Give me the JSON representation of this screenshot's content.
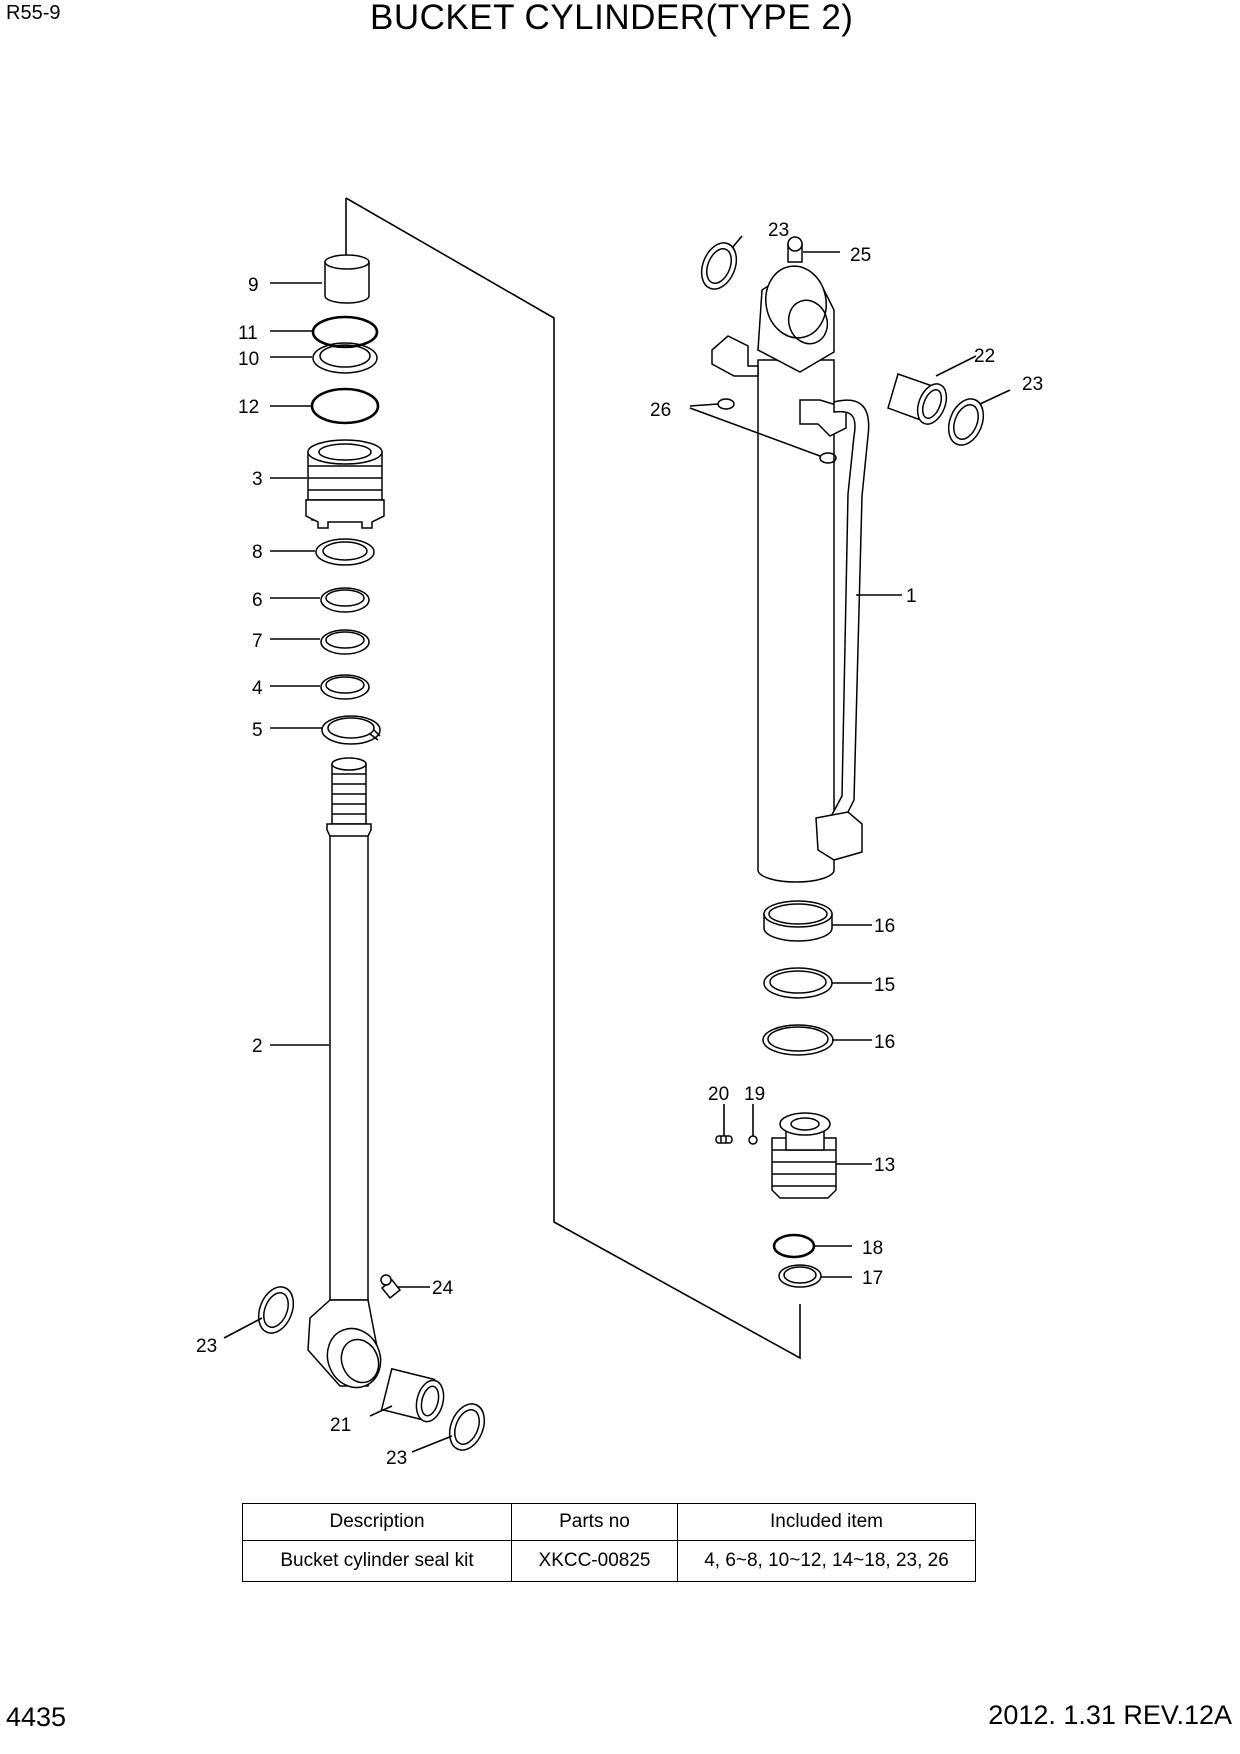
{
  "header": {
    "model": "R55-9",
    "title": "BUCKET CYLINDER(TYPE 2)"
  },
  "callouts": {
    "c1": "1",
    "c2": "2",
    "c3": "3",
    "c4": "4",
    "c5": "5",
    "c6": "6",
    "c7": "7",
    "c8": "8",
    "c9": "9",
    "c10": "10",
    "c11": "11",
    "c12": "12",
    "c13": "13",
    "c15": "15",
    "c16a": "16",
    "c16b": "16",
    "c17": "17",
    "c18": "18",
    "c19": "19",
    "c20": "20",
    "c21": "21",
    "c22": "22",
    "c23a": "23",
    "c23b": "23",
    "c23c": "23",
    "c23d": "23",
    "c24": "24",
    "c25": "25",
    "c26": "26"
  },
  "kit_table": {
    "headers": [
      "Description",
      "Parts no",
      "Included item"
    ],
    "row": [
      "Bucket cylinder seal kit",
      "XKCC-00825",
      "4, 6~8, 10~12, 14~18, 23, 26"
    ]
  },
  "footer": {
    "page": "4435",
    "revision": "2012. 1.31 REV.12A"
  }
}
